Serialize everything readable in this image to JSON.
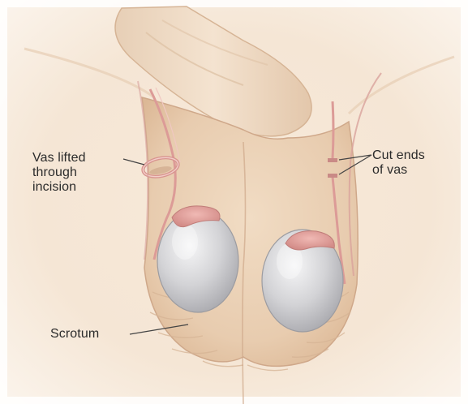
{
  "labels": {
    "vas_lifted": [
      "Vas lifted",
      "through",
      "incision"
    ],
    "cut_ends": [
      "Cut ends",
      "of vas"
    ],
    "scrotum": "Scrotum"
  },
  "colors": {
    "skin_light": "#f6e7d6",
    "skin_mid": "#e9cfb5",
    "skin_shadow": "#cfa88a",
    "vas_pink": "#e4a4a0",
    "testis_gray": "#c9c9cc",
    "testis_highlight": "#f2f2f3",
    "label_text": "#2b2b2b"
  }
}
